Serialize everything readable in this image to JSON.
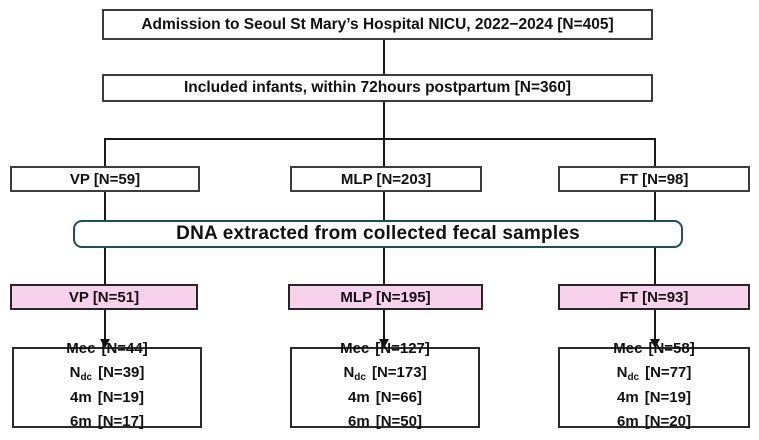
{
  "flow": {
    "admission_label": "Admission to Seoul St Mary’s Hospital NICU, 2022−2024 [N=405]",
    "included_label": "Included infants, within 72hours postpartum [N=360]",
    "groups": [
      {
        "label": "VP [N=59]"
      },
      {
        "label": "MLP [N=203]"
      },
      {
        "label": "FT [N=98]"
      }
    ],
    "dna_label": "DNA extracted from collected fecal samples",
    "extracted_groups": [
      {
        "label": "VP [N=51]"
      },
      {
        "label": "MLP [N=195]"
      },
      {
        "label": "FT [N=93]"
      }
    ],
    "sample_counts": [
      {
        "rows": [
          {
            "name": "Mec",
            "sub": "",
            "n": "[N=44]"
          },
          {
            "name": "N",
            "sub": "dc",
            "n": "[N=39]"
          },
          {
            "name": "4m",
            "sub": "",
            "n": "[N=19]"
          },
          {
            "name": "6m",
            "sub": "",
            "n": "[N=17]"
          }
        ]
      },
      {
        "rows": [
          {
            "name": "Mec",
            "sub": "",
            "n": "[N=127]"
          },
          {
            "name": "N",
            "sub": "dc",
            "n": "[N=173]"
          },
          {
            "name": "4m",
            "sub": "",
            "n": "[N=66]"
          },
          {
            "name": "6m",
            "sub": "",
            "n": "[N=50]"
          }
        ]
      },
      {
        "rows": [
          {
            "name": "Mec",
            "sub": "",
            "n": "[N=58]"
          },
          {
            "name": "N",
            "sub": "dc",
            "n": "[N=77]"
          },
          {
            "name": "4m",
            "sub": "",
            "n": "[N=19]"
          },
          {
            "name": "6m",
            "sub": "",
            "n": "[N=20]"
          }
        ]
      }
    ],
    "colors": {
      "highlight_fill": "#f8d2ec",
      "dna_border": "#1f4e5f",
      "line": "#1a1a1a"
    }
  }
}
